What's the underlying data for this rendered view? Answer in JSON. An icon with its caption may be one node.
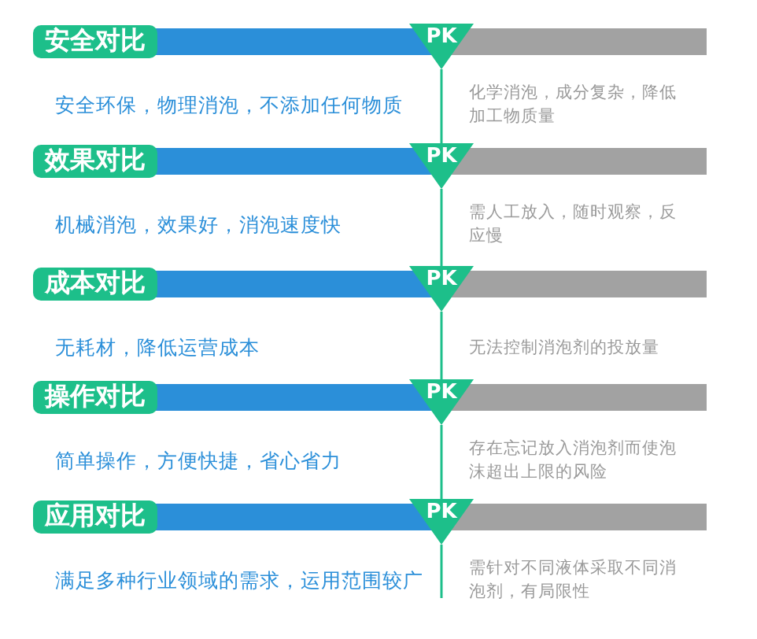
{
  "diagram": {
    "nodes": [
      {
        "text": [
          "安全对比"
        ]
      },
      {
        "text": [
          "PK"
        ]
      },
      {
        "text": [
          "效果对比"
        ]
      },
      {
        "text": [
          "PK"
        ]
      },
      {
        "text": [
          "成本对比"
        ]
      },
      {
        "text": [
          "PK"
        ]
      },
      {
        "text": [
          "操作对比"
        ]
      },
      {
        "text": [
          "PK"
        ]
      },
      {
        "text": [
          "应用对比"
        ]
      },
      {
        "text": [
          "PK"
        ]
      }
    ],
    "edges": [
      {
        "from": 1,
        "to": 3,
        "arrow": "none"
      },
      {
        "from": 3,
        "to": 5,
        "arrow": "none"
      },
      {
        "from": 5,
        "to": 7,
        "arrow": "none"
      },
      {
        "from": 7,
        "to": 9,
        "arrow": "none"
      },
      {
        "from": 9,
        "to": null,
        "arrow": "none"
      }
    ],
    "labels": [
      "安全环保，物理消泡，不添加任何物质",
      "化学消泡，成分复杂，降低加工物质量",
      "机械消泡，效果好，消泡速度快",
      "需人工放入，随时观察，反应慢",
      "无耗材，降低运营成本",
      "无法控制消泡剂的投放量",
      "简单操作，方便快捷，省心省力",
      "存在忘记放入消泡剂而使泡沫超出上限的风险",
      "满足多种行业领域的需求，运用范围较广",
      "需针对不同液体采取不同消泡剂，有局限性"
    ]
  }
}
